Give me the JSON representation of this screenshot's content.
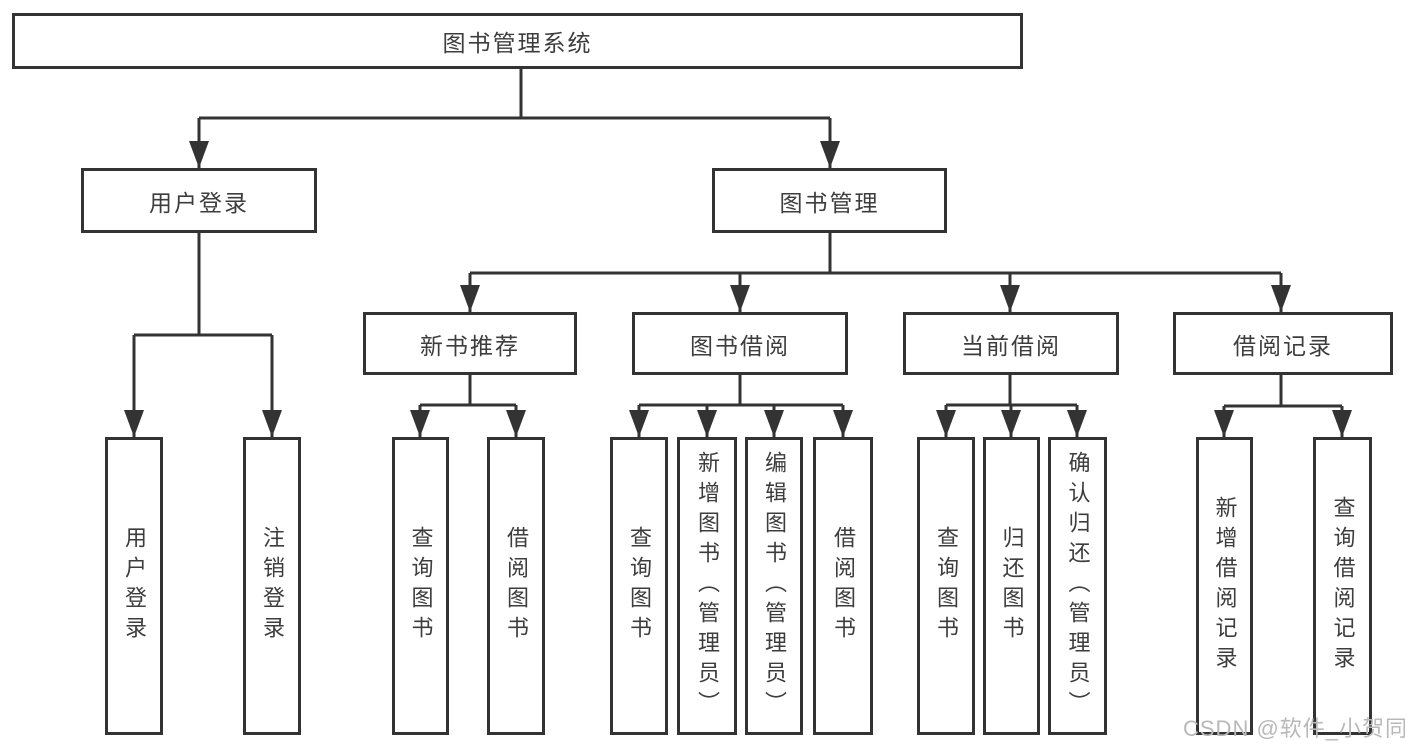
{
  "diagram": {
    "root": "图书管理系统",
    "user_login": {
      "label": "用户登录",
      "children": [
        "用户登录",
        "注销登录"
      ]
    },
    "book_management": {
      "label": "图书管理",
      "sections": [
        {
          "label": "新书推荐",
          "children": [
            "查询图书",
            "借阅图书"
          ]
        },
        {
          "label": "图书借阅",
          "children": [
            "查询图书",
            "新增图书（管理员）",
            "编辑图书（管理员）",
            "借阅图书"
          ]
        },
        {
          "label": "当前借阅",
          "children": [
            "查询图书",
            "归还图书",
            "确认归还（管理员）"
          ]
        },
        {
          "label": "借阅记录",
          "children": [
            "新增借阅记录",
            "查询借阅记录"
          ]
        }
      ]
    }
  },
  "watermark": "CSDN @软件_小贺同学",
  "colors": {
    "line": "#333333",
    "box_border": "#333333",
    "text": "#3d3d3d",
    "watermark": "#b9b9b9",
    "background": "#ffffff"
  }
}
